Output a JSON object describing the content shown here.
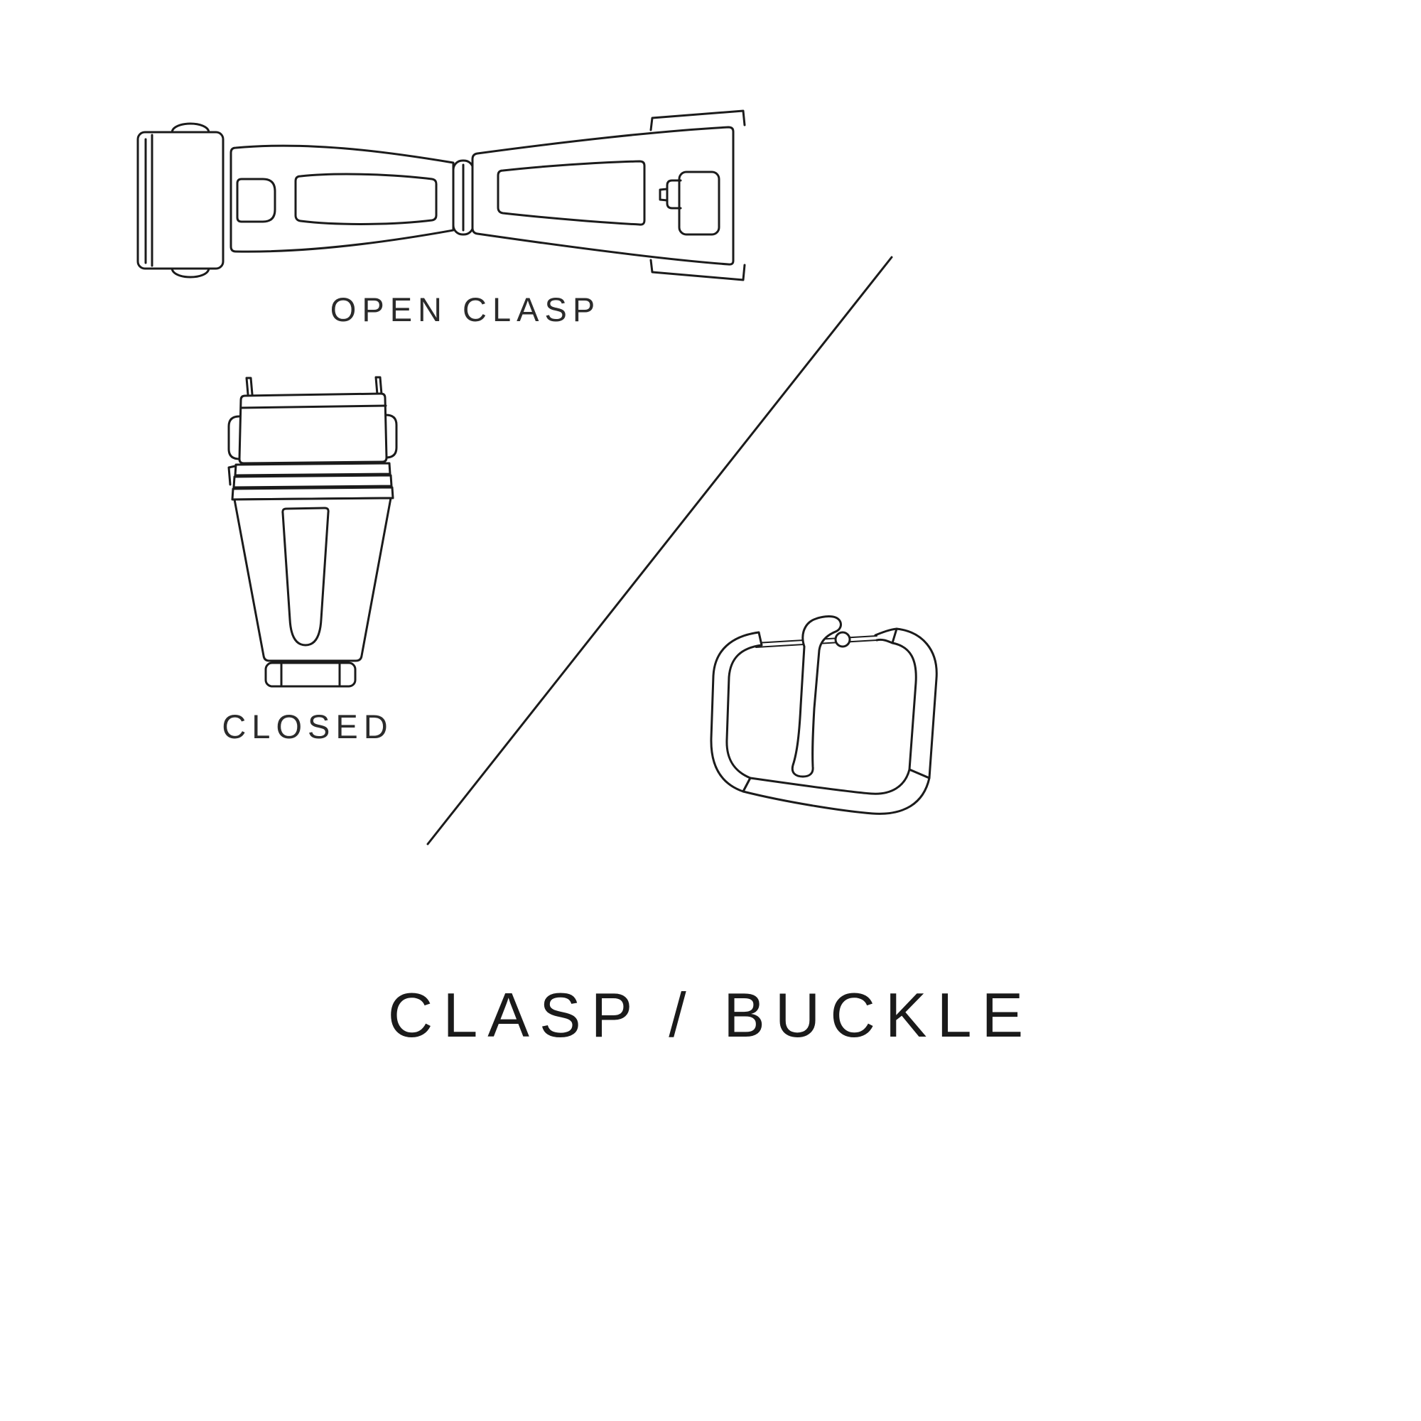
{
  "title": "CLASP / BUCKLE",
  "colors": {
    "background": "#ffffff",
    "line": "#1b1b1b",
    "text": "#2a2a2a"
  },
  "figures": [
    {
      "name": "open-clasp-illustration",
      "caption": "OPEN CLASP"
    },
    {
      "name": "closed-clasp-illustration",
      "caption": "CLOSED"
    },
    {
      "name": "tang-buckle-illustration",
      "caption": ""
    }
  ]
}
